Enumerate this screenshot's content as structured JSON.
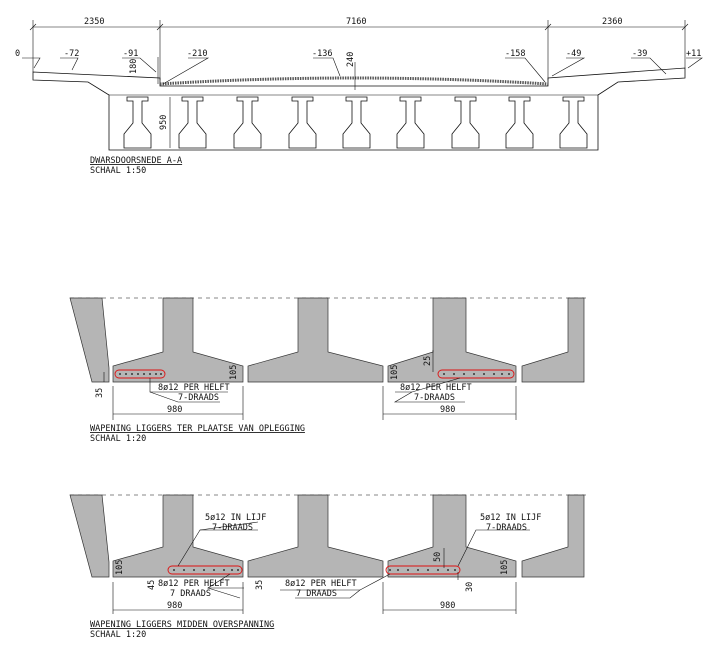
{
  "section_a": {
    "caption": "DWARSDOORSNEDE A-A",
    "scale": "SCHAAL 1:50",
    "dims": {
      "left": "2350",
      "middle": "7160",
      "right": "2360",
      "slab_depth": "180",
      "girder_depth": "950",
      "crown": "240"
    },
    "levels": [
      "0",
      "-72",
      "-91",
      "-210",
      "-136",
      "-158",
      "-49",
      "-39",
      "+11"
    ]
  },
  "detail_support": {
    "caption": "WAPENING LIGGERS TER PLAATSE VAN OPLEGGING",
    "scale": "SCHAAL 1:20",
    "label_left_line1": "8ø12 PER HELFT",
    "label_left_line2": "7-DRAADS",
    "label_right_line1": "8ø12 PER HELFT",
    "label_right_line2": "7-DRAADS",
    "dim_width_left": "980",
    "dim_width_right": "980",
    "dim_35": "35",
    "dim_105_left": "105",
    "dim_105_right": "105",
    "dim_25": "25"
  },
  "detail_midspan": {
    "caption": "WAPENING LIGGERS MIDDEN OVERSPANNING",
    "scale": "SCHAAL 1:20",
    "web_left_line1": "5ø12 IN LIJF",
    "web_left_line2": "7-DRAADS",
    "web_right_line1": "5ø12 IN LIJF",
    "web_right_line2": "7-DRAADS",
    "flange_left_line1": "8ø12 PER HELFT",
    "flange_left_line2": "7 DRAADS",
    "flange_mid_line1": "8ø12 PER HELFT",
    "flange_mid_line2": "7 DRAADS",
    "dim_width_left": "980",
    "dim_width_right": "980",
    "dim_105_left": "105",
    "dim_105_right": "105",
    "dim_45": "45",
    "dim_35": "35",
    "dim_50": "50",
    "dim_30": "30"
  }
}
